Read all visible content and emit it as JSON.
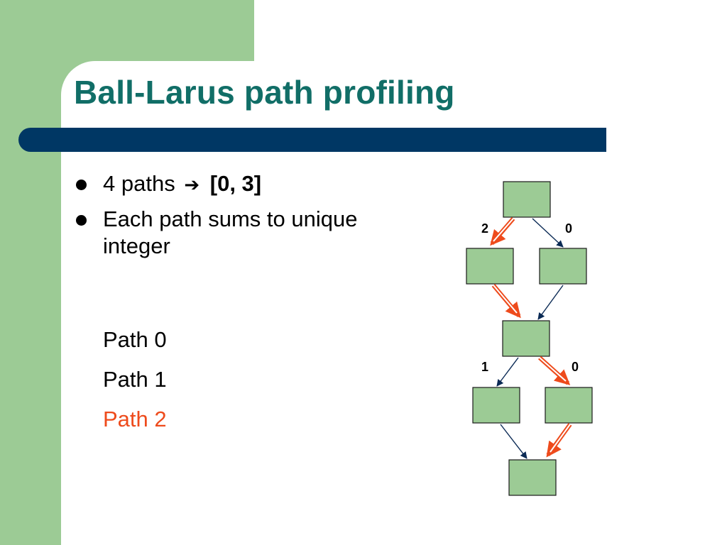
{
  "slide": {
    "title": "Ball-Larus path profiling",
    "bullets": {
      "first_text": "4 paths",
      "arrow": "➔",
      "range": "[0, 3]",
      "second_text": "Each path sums to unique integer"
    },
    "paths": [
      "Path 0",
      "Path 1",
      "Path 2"
    ],
    "highlighted_path": "Path 2"
  },
  "diagram": {
    "edge_labels": {
      "top_left": "2",
      "top_right": "0",
      "mid_left": "1",
      "mid_right": "0"
    },
    "colors": {
      "node_fill": "#9ccb95",
      "edge": "#0b2a55",
      "highlight": "#ee4b1c",
      "title": "#116e67",
      "bar": "#003764",
      "sidebar": "#9ccb95"
    }
  }
}
